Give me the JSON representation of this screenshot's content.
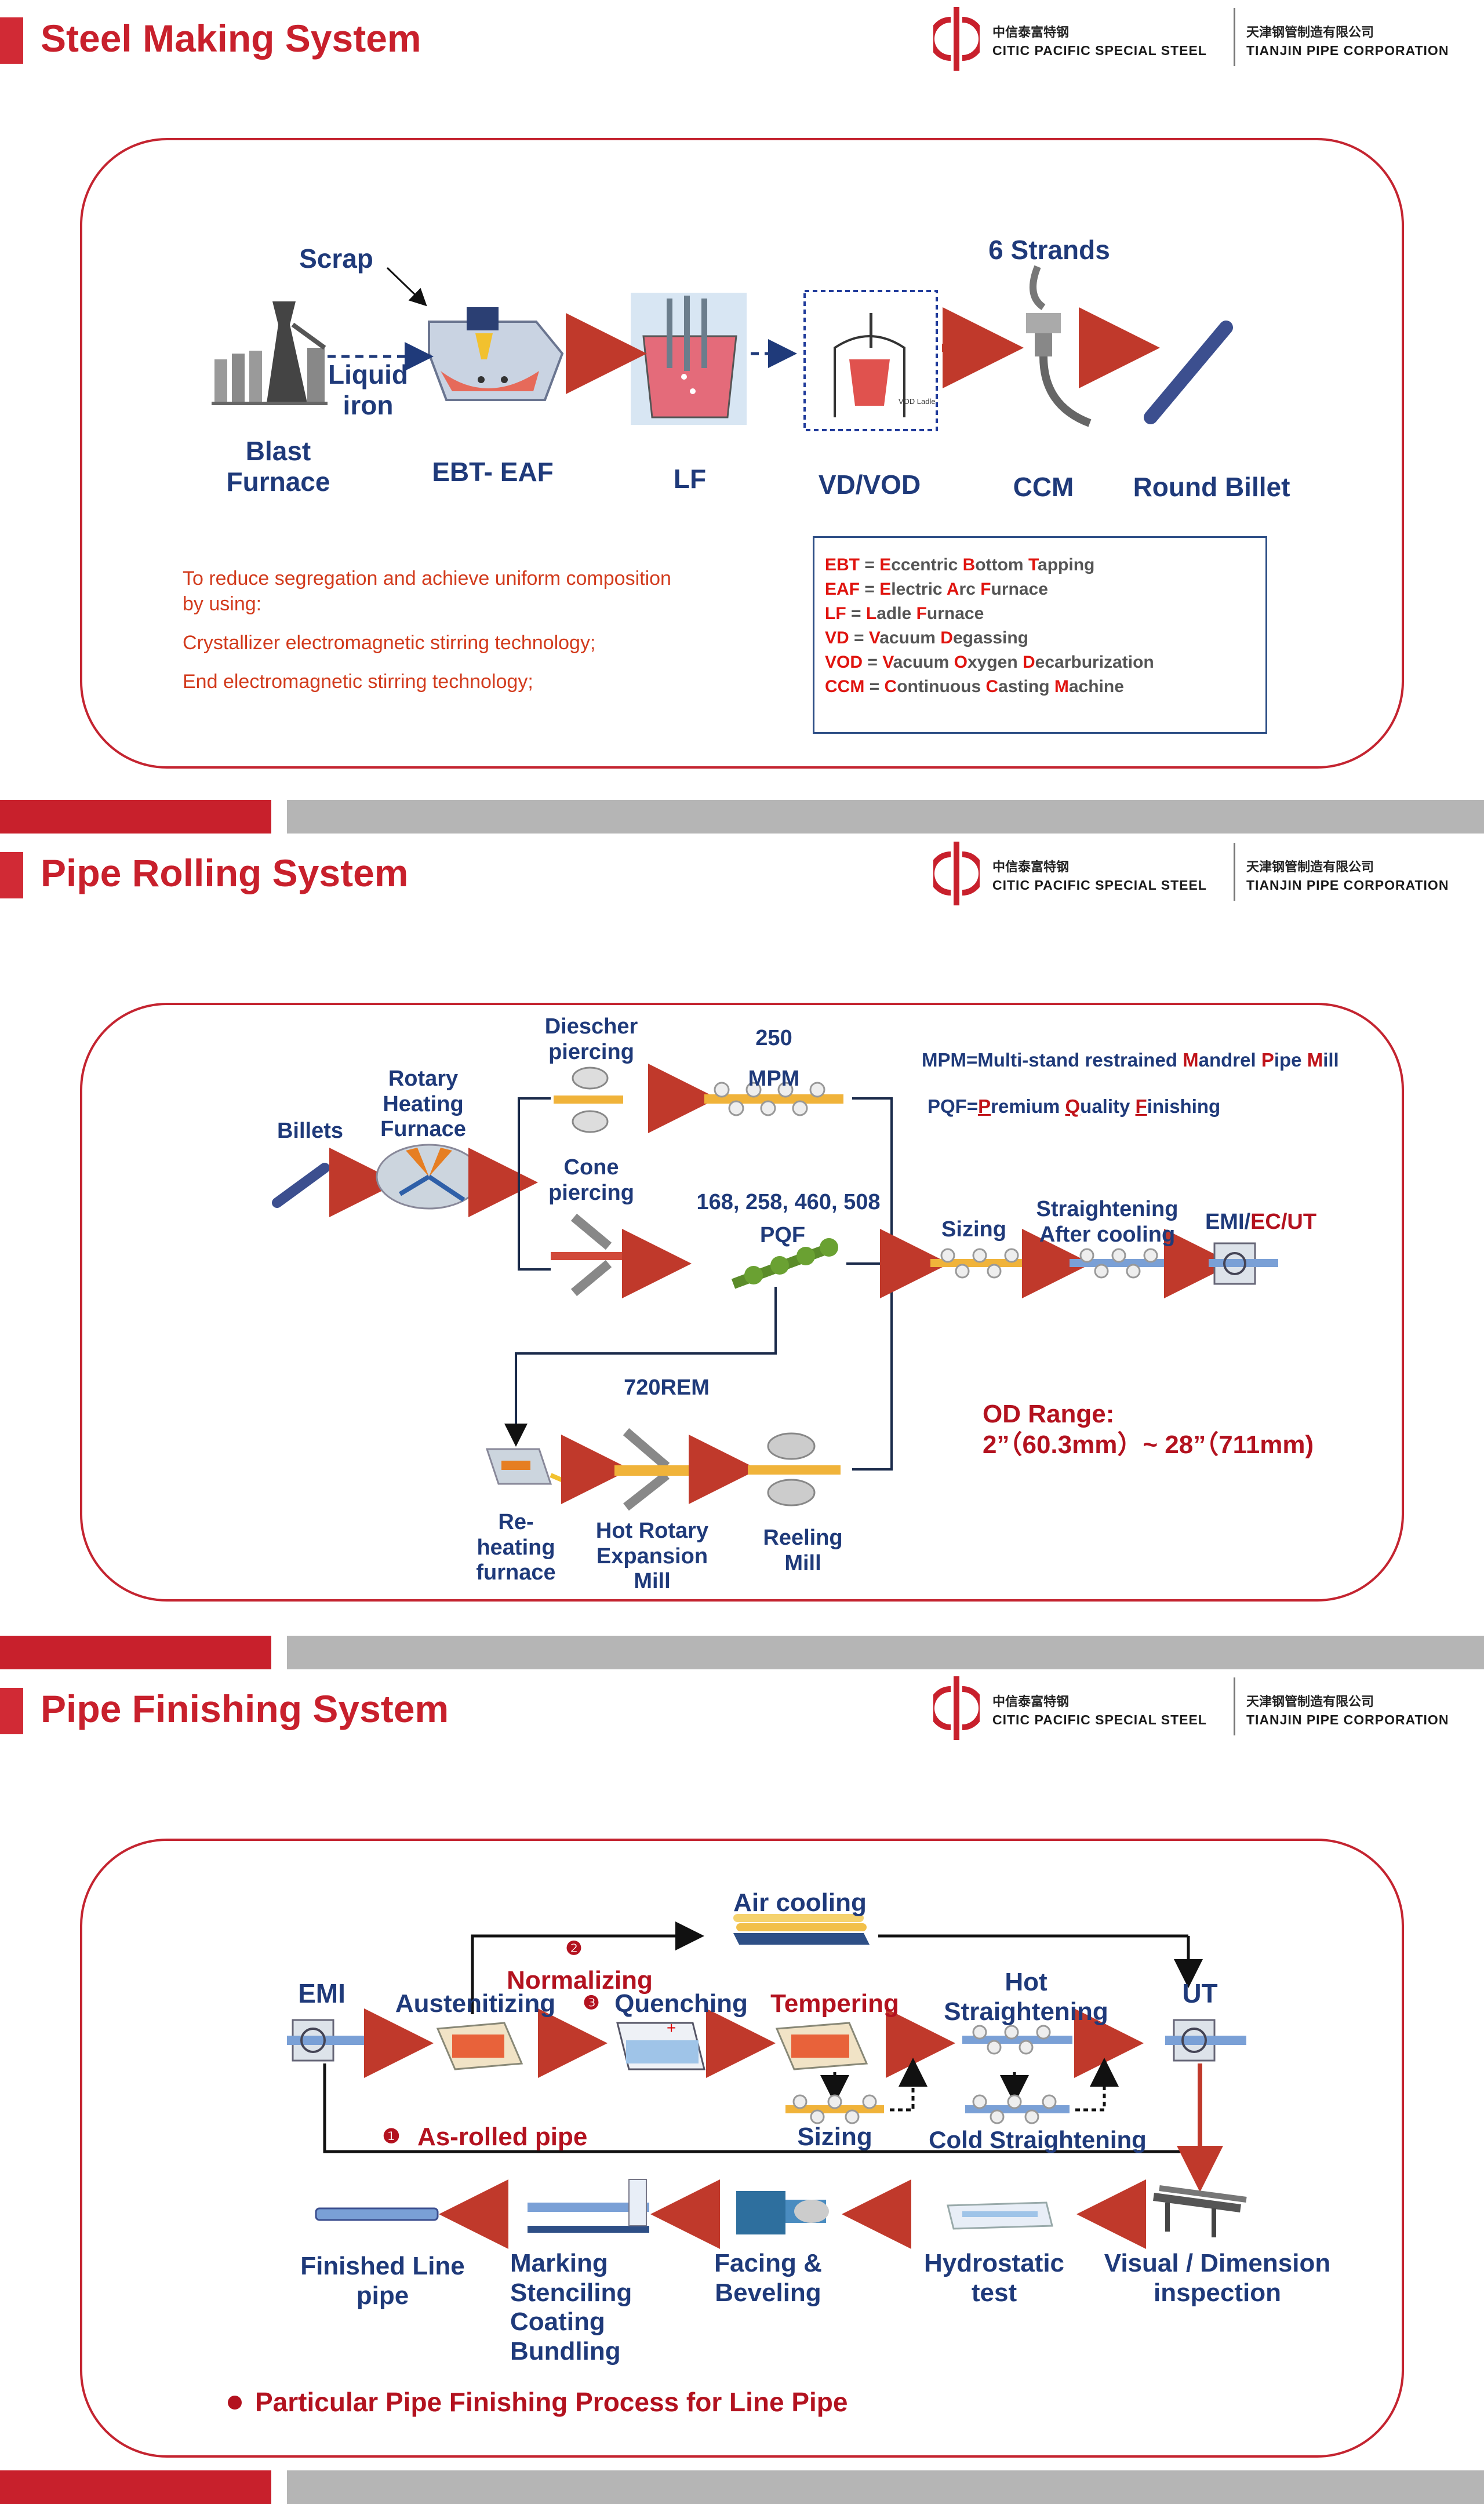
{
  "header": {
    "logo_cn_left": "中信泰富特钢",
    "logo_en_left": "CITIC PACIFIC SPECIAL STEEL",
    "logo_cn_right": "天津钢管制造有限公司",
    "logo_en_right": "TIANJIN PIPE CORPORATION"
  },
  "sections": {
    "steel": {
      "title": "Steel Making System",
      "scrap": "Scrap",
      "liquid_iron": "Liquid\niron",
      "strands": "6 Strands",
      "stages": [
        "Blast\nFurnace",
        "EBT- EAF",
        "LF",
        "VD/VOD",
        "CCM",
        "Round Billet"
      ],
      "notes": [
        "To reduce segregation and achieve uniform composition\nby using:",
        "Crystallizer electromagnetic stirring technology;",
        "End electromagnetic stirring technology;"
      ],
      "legend": [
        {
          "abbr": "EBT",
          "words": [
            [
              "E",
              "ccentric "
            ],
            [
              "B",
              "ottom "
            ],
            [
              "T",
              "apping"
            ]
          ]
        },
        {
          "abbr": "EAF",
          "words": [
            [
              "E",
              "lectric "
            ],
            [
              "A",
              "rc "
            ],
            [
              "F",
              "urnace"
            ]
          ]
        },
        {
          "abbr": "LF",
          "words": [
            [
              "L",
              "adle "
            ],
            [
              "F",
              "urnace"
            ]
          ]
        },
        {
          "abbr": "VD",
          "words": [
            [
              "V",
              "acuum "
            ],
            [
              "D",
              "egassing"
            ]
          ]
        },
        {
          "abbr": "VOD",
          "words": [
            [
              "V",
              "acuum "
            ],
            [
              "O",
              "xygen "
            ],
            [
              "D",
              "ecarburization"
            ]
          ]
        },
        {
          "abbr": "CCM",
          "words": [
            [
              "C",
              "ontinuous "
            ],
            [
              "C",
              "asting "
            ],
            [
              "M",
              "achine"
            ]
          ]
        }
      ]
    },
    "rolling": {
      "title": "Pipe Rolling System",
      "billets": "Billets",
      "rotary": "Rotary\nHeating\nFurnace",
      "diescher": "Diescher\npiercing",
      "cone": "Cone\npiercing",
      "mpm_size": "250",
      "mpm": "MPM",
      "pqf_sizes": "168, 258, 460, 508",
      "pqf": "PQF",
      "rem": "720REM",
      "reheating": "Re-\nheating\nfurnace",
      "hot_rotary": "Hot Rotary\nExpansion\nMill",
      "reeling": "Reeling\nMill",
      "sizing": "Sizing",
      "straightening": "Straightening\nAfter cooling",
      "emi_prefix": "EMI/",
      "emi_suffix": "EC/UT",
      "mpm_def": [
        [
          "MPM=Multi-stand restrained ",
          ""
        ],
        [
          "M",
          "andrel "
        ],
        [
          "P",
          "ipe "
        ],
        [
          "M",
          "ill"
        ]
      ],
      "pqf_def": [
        [
          "PQF=",
          ""
        ],
        [
          "P",
          "remium "
        ],
        [
          "Q",
          "uality "
        ],
        [
          "F",
          "inishing"
        ]
      ],
      "od_label": "OD Range:",
      "od_range": "2”（60.3mm）~ 28”（711mm)"
    },
    "finishing": {
      "title": "Pipe Finishing System",
      "air_cooling": "Air cooling",
      "emi": "EMI",
      "austenitizing": "Austenitizing",
      "normalizing": "Normalizing",
      "quenching": "Quenching",
      "tempering": "Tempering",
      "hot_straightening": "Hot\nStraightening",
      "ut": "UT",
      "sizing": "Sizing",
      "cold_straightening": "Cold Straightening",
      "as_rolled": "As-rolled pipe",
      "num1": "❶",
      "num2": "❷",
      "num3": "❸",
      "finished": "Finished Line\npipe",
      "marking": "Marking\nStenciling\nCoating\nBundling",
      "facing": "Facing &\nBeveling",
      "hydro": "Hydrostatic\ntest",
      "visual": "Visual / Dimension\ninspection",
      "footer": "Particular Pipe Finishing Process for Line Pipe"
    }
  },
  "colors": {
    "brand_red": "#c8202c",
    "label_blue": "#1f3a7a",
    "note_orange": "#d23a1c",
    "stripe_gray": "#b5b5b5"
  }
}
